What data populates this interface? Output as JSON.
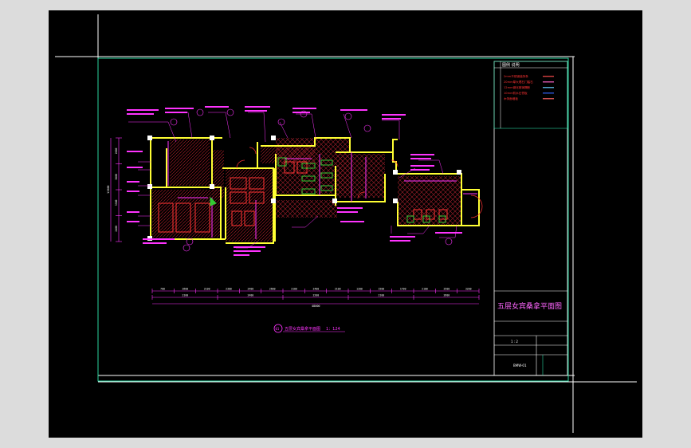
{
  "drawing": {
    "title": "五层女宾桑拿平面图",
    "plan_caption": "五层女宾桑拿平面图",
    "plan_scale": "1：124",
    "plan_index": "01",
    "sheet_no": "1 : 2",
    "footer_code": "BMW-01"
  },
  "legend": {
    "header": "图例  说明",
    "items": [
      {
        "label": "2mm不锈钢装饰条",
        "color": "#ff4d4d"
      },
      {
        "label": "20mm厚大理石门槛石",
        "color": "#ff66cc"
      },
      {
        "label": "12mm钢化玻璃隔断",
        "color": "#66ccff"
      },
      {
        "label": "10mm防水石膏板",
        "color": "#3366ff"
      },
      {
        "label": "木饰面墙板",
        "color": "#ff6666"
      }
    ]
  },
  "dimensions": {
    "top_segments": [
      "700",
      "2600",
      "2100",
      "2300",
      "2400",
      "2600",
      "3100",
      "2400",
      "2100",
      "1200",
      "1500",
      "1700",
      "2100",
      "2500",
      "3200"
    ],
    "bottom_segments": [
      "2100",
      "2400",
      "2200",
      "2100",
      "2600"
    ],
    "overall": "48000",
    "left_segments": [
      "2600",
      "3600",
      "3300",
      "2400"
    ],
    "left_overall": "11900"
  },
  "colors": {
    "background": "#000000",
    "frame": "#ffffff",
    "border_green": "#2bd6a0",
    "wall": "#ffff33",
    "annotation": "#ff33ff",
    "furniture": "#ff3333",
    "fixture": "#33cc33",
    "column": "#ffffff"
  }
}
